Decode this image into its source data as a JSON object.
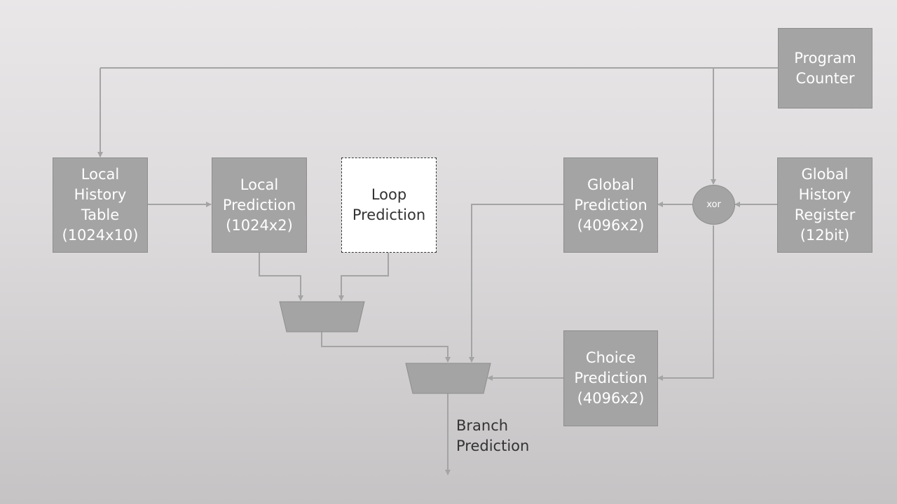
{
  "colors": {
    "block_fill": "#a4a4a4",
    "wire": "#a4a4a4",
    "text_light": "#ffffff",
    "text_dark": "#333333"
  },
  "blocks": {
    "program_counter": {
      "lines": [
        "Program",
        "Counter"
      ]
    },
    "local_history_table": {
      "lines": [
        "Local",
        "History",
        "Table",
        "(1024x10)"
      ]
    },
    "local_prediction": {
      "lines": [
        "Local",
        "Prediction",
        "(1024x2)"
      ]
    },
    "loop_prediction": {
      "lines": [
        "Loop",
        "Prediction"
      ]
    },
    "global_prediction": {
      "lines": [
        "Global",
        "Prediction",
        "(4096x2)"
      ]
    },
    "global_history_register": {
      "lines": [
        "Global",
        "History",
        "Register",
        "(12bit)"
      ]
    },
    "choice_prediction": {
      "lines": [
        "Choice",
        "Prediction",
        "(4096x2)"
      ]
    },
    "xor_gate": {
      "label": "xor"
    }
  },
  "output": {
    "lines": [
      "Branch",
      "Prediction"
    ]
  }
}
